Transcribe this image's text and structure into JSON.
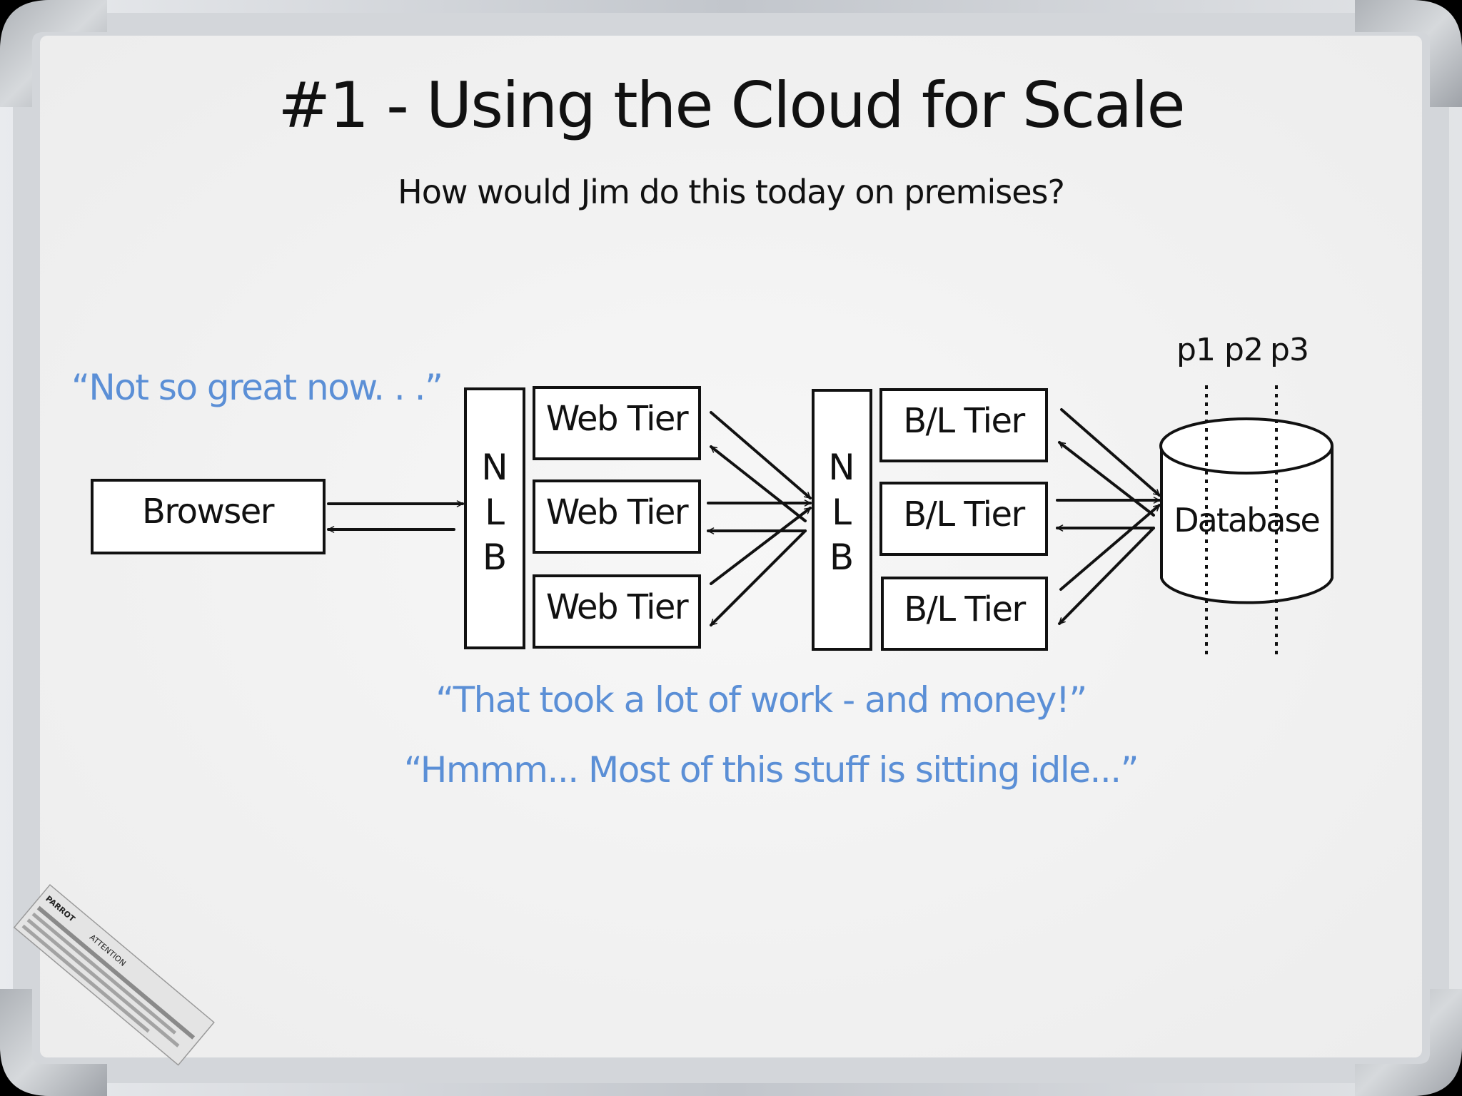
{
  "title": "#1  - Using the Cloud for Scale",
  "subtitle": "How would Jim do this today on premises?",
  "notes": {
    "not_so_great": "“Not so great now. . .”",
    "took_work": "“That took a lot of work - and money!”",
    "sitting_idle": "“Hmmm...  Most of this stuff is sitting idle...”"
  },
  "browser": {
    "label": "Browser"
  },
  "nlb1": {
    "letters": [
      "N",
      "L",
      "B"
    ]
  },
  "nlb2": {
    "letters": [
      "N",
      "L",
      "B"
    ]
  },
  "web_tiers": [
    {
      "label": "Web Tier"
    },
    {
      "label": "Web Tier"
    },
    {
      "label": "Web Tier"
    }
  ],
  "bl_tiers": [
    {
      "label": "B/L Tier"
    },
    {
      "label": "B/L Tier"
    },
    {
      "label": "B/L Tier"
    }
  ],
  "database": {
    "label": "Database",
    "partitions": [
      "p1",
      "p2",
      "p3"
    ]
  },
  "board_label": {
    "brand": "PARROT",
    "attention": "ATTENTION"
  },
  "colors": {
    "ink": "#111111",
    "note_blue": "#5b8fd6",
    "board": "#f3f3f3",
    "frame": "#c9cdd2"
  }
}
